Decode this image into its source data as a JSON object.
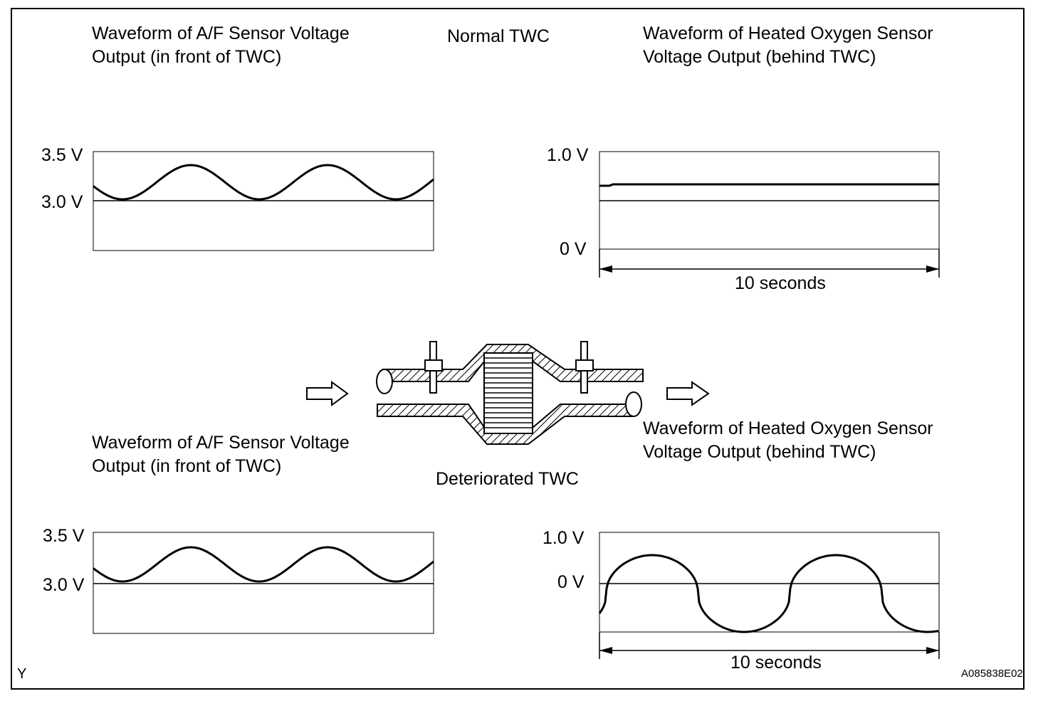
{
  "top": {
    "heading": "Normal TWC",
    "left_caption": [
      "Waveform of A/F Sensor Voltage",
      "Output (in front of TWC)"
    ],
    "right_caption": [
      "Waveform of Heated Oxygen Sensor",
      "Voltage Output (behind TWC)"
    ],
    "left_chart": {
      "y_upper": "3.5 V",
      "y_ref": "3.0 V"
    },
    "right_chart": {
      "y_upper": "1.0 V",
      "y_zero": "0 V",
      "span": "10 seconds"
    }
  },
  "bottom": {
    "heading": "Deteriorated TWC",
    "left_caption": [
      "Waveform of A/F Sensor Voltage",
      "Output (in front of TWC)"
    ],
    "right_caption": [
      "Waveform of Heated Oxygen Sensor",
      "Voltage Output (behind TWC)"
    ],
    "left_chart": {
      "y_upper": "3.5 V",
      "y_ref": "3.0 V"
    },
    "right_chart": {
      "y_upper": "1.0 V",
      "y_zero": "0 V",
      "span": "10 seconds"
    }
  },
  "corner_mark": "Y",
  "figure_code": "A085838E02"
}
